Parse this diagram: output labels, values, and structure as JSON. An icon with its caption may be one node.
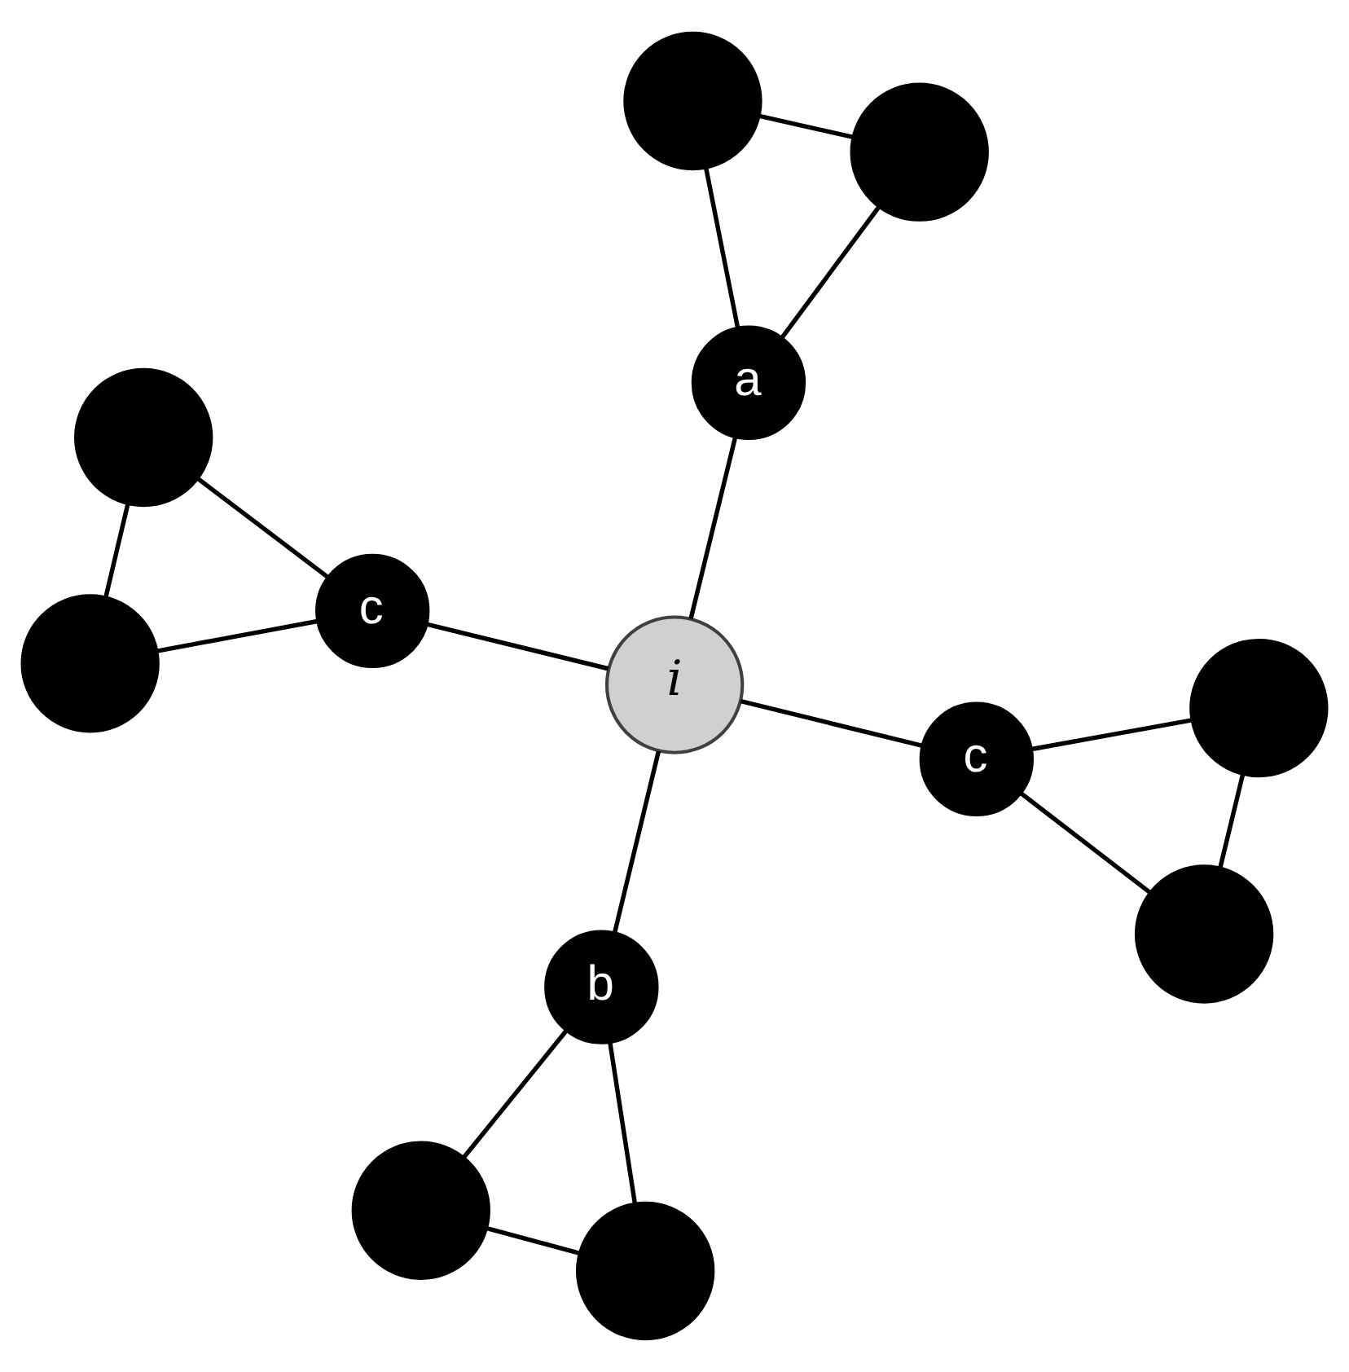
{
  "diagram": {
    "nodes": [
      {
        "text": [],
        "shape": "circle"
      },
      {
        "text": [],
        "shape": "circle"
      },
      {
        "text": [],
        "shape": "circle"
      },
      {
        "text": [
          "a"
        ]
      },
      {
        "text": [
          "c"
        ]
      },
      {
        "text": [],
        "shape": "circle"
      },
      {
        "text": [
          "i"
        ]
      },
      {
        "text": [
          "b"
        ]
      },
      {
        "text": [],
        "shape": "circle"
      },
      {
        "text": [
          "c"
        ]
      },
      {
        "text": [],
        "shape": "circle"
      },
      {
        "text": [],
        "shape": "circle"
      },
      {
        "text": [],
        "shape": "circle"
      }
    ],
    "edges": [
      {
        "from": 1,
        "to": 0,
        "arrow": "none"
      },
      {
        "from": 0,
        "to": 3,
        "arrow": "none"
      },
      {
        "from": 1,
        "to": 3,
        "arrow": "none"
      },
      {
        "from": 3,
        "to": 6,
        "arrow": "none"
      },
      {
        "from": 2,
        "to": 4,
        "arrow": "none"
      },
      {
        "from": 2,
        "to": 5,
        "arrow": "none"
      },
      {
        "from": 4,
        "to": 5,
        "arrow": "none"
      },
      {
        "from": 6,
        "to": 4,
        "arrow": "none"
      },
      {
        "from": 6,
        "to": 7,
        "arrow": "none"
      },
      {
        "from": 7,
        "to": 8,
        "arrow": "none"
      },
      {
        "from": 7,
        "to": 11,
        "arrow": "none"
      },
      {
        "from": 8,
        "to": 11,
        "arrow": "none"
      },
      {
        "from": 6,
        "to": 9,
        "arrow": "none"
      },
      {
        "from": 9,
        "to": 10,
        "arrow": "none"
      },
      {
        "from": 9,
        "to": 12,
        "arrow": "none"
      },
      {
        "from": 10,
        "to": 12,
        "arrow": "none"
      }
    ]
  }
}
